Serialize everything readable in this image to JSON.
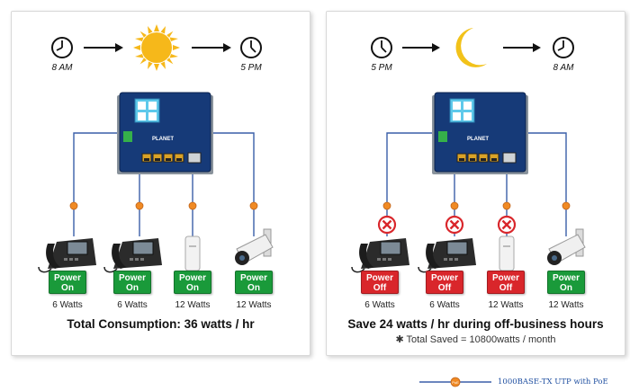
{
  "left_panel": {
    "start_time": "8 AM",
    "end_time": "5 PM",
    "period_icon": "sun-icon",
    "devices": [
      {
        "icon": "ip-phone-icon",
        "status_line1": "Power",
        "status_line2": "On",
        "watts": "6 Watts"
      },
      {
        "icon": "ip-phone-icon",
        "status_line1": "Power",
        "status_line2": "On",
        "watts": "6 Watts"
      },
      {
        "icon": "access-point-icon",
        "status_line1": "Power",
        "status_line2": "On",
        "watts": "12 Watts"
      },
      {
        "icon": "ip-camera-icon",
        "status_line1": "Power",
        "status_line2": "On",
        "watts": "12 Watts"
      }
    ],
    "caption": "Total Consumption: 36 watts / hr"
  },
  "right_panel": {
    "start_time": "5 PM",
    "end_time": "8 AM",
    "period_icon": "moon-icon",
    "devices": [
      {
        "icon": "ip-phone-icon",
        "status_line1": "Power",
        "status_line2": "Off",
        "watts": "6 Watts",
        "cut": true
      },
      {
        "icon": "ip-phone-icon",
        "status_line1": "Power",
        "status_line2": "Off",
        "watts": "6 Watts",
        "cut": true
      },
      {
        "icon": "access-point-icon",
        "status_line1": "Power",
        "status_line2": "Off",
        "watts": "12 Watts",
        "cut": true
      },
      {
        "icon": "ip-camera-icon",
        "status_line1": "Power",
        "status_line2": "On",
        "watts": "12 Watts",
        "cut": false
      }
    ],
    "caption": "Save 24 watts / hr during off-business hours",
    "note": "✱ Total Saved = 10800watts / month"
  },
  "switch": {
    "brand": "PLANET"
  },
  "poe_marker": "PoE",
  "legend": {
    "label": "1000BASE-TX UTP with PoE"
  },
  "colors": {
    "power_on": "#1a9a3a",
    "power_off": "#d9262b",
    "cable": "#3a5fa8",
    "poe_dot": "#f08a24",
    "sun": "#f6b81a",
    "moon": "#f2c21a",
    "legend_text": "#1f4fa0"
  }
}
